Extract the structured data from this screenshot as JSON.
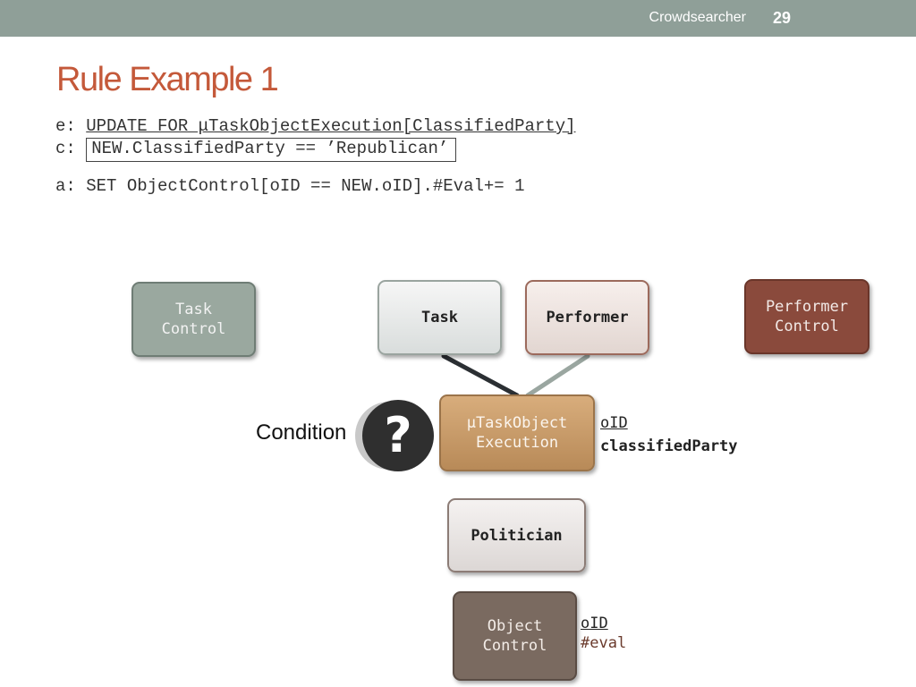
{
  "header": {
    "brand": "Crowdsearcher",
    "page": "29"
  },
  "title": "Rule Example 1",
  "rule": {
    "e_prefix": "e: ",
    "e_text": "UPDATE FOR μTaskObjectExecution[ClassifiedParty]",
    "c_prefix": "c: ",
    "c_text": "NEW.ClassifiedParty == ’Republican’",
    "a_prefix": "a: ",
    "a_text": "SET ObjectControl[oID == NEW.oID].#Eval+= 1"
  },
  "diagram": {
    "nodes": {
      "task_control": "Task\nControl",
      "task": "Task",
      "performer": "Performer",
      "performer_control": "Performer\nControl",
      "mtask": "μTaskObject\nExecution",
      "politician": "Politician",
      "object_control": "Object\nControl"
    },
    "mtask_attrs": {
      "key": "oID",
      "field": "classifiedParty"
    },
    "objctl_attrs": {
      "key": "oID",
      "field": "#eval"
    },
    "condition_label": "Condition",
    "question_glyph": "?",
    "colors": {
      "title": "#c4593a",
      "topbar": "#8f9f98",
      "link_task": "#2b2f33",
      "link_performer": "#9aa6a0"
    }
  }
}
